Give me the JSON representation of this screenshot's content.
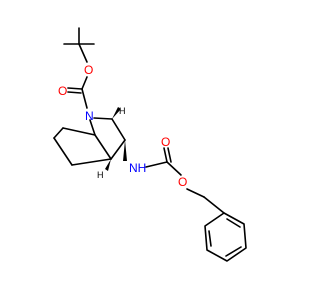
{
  "molecule": {
    "atoms": {
      "o_ester": "O",
      "o_carbonyl1": "O",
      "n_bridge": "N",
      "nh": "NH",
      "o_carbonyl2": "O",
      "o_benzyl": "O",
      "h_top": "H",
      "h_bottom": "H"
    },
    "colors": {
      "bond": "#000000",
      "oxygen": "#ff0000",
      "nitrogen": "#0000ff",
      "carbon_label": "#000000"
    }
  }
}
